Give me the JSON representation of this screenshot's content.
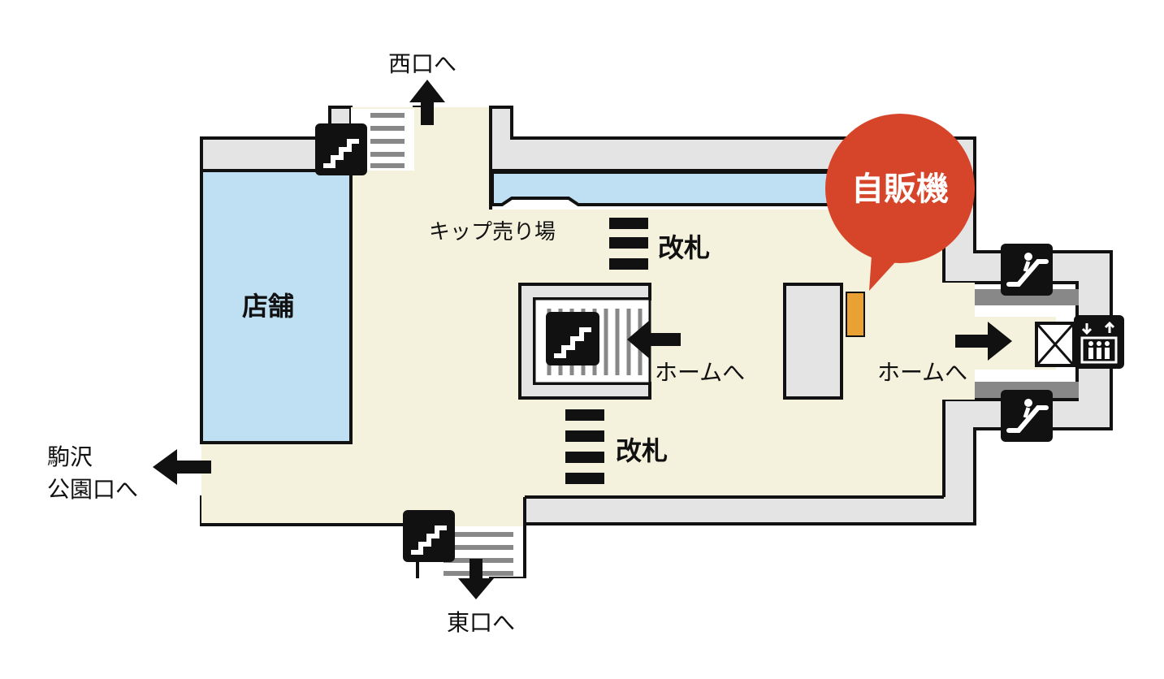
{
  "labels": {
    "west_exit": "西口へ",
    "east_exit": "東口へ",
    "komazawa_line1": "駒沢",
    "komazawa_line2": "公園口へ",
    "shop": "店舗",
    "ticket_sales": "キップ売り場",
    "gate_north": "改札",
    "gate_south": "改札",
    "platform_center": "ホームへ",
    "platform_right": "ホームへ",
    "vending_machine": "自販機"
  },
  "icons": {
    "stairs": "stairs-icon",
    "escalator": "escalator-icon",
    "elevator": "elevator-icon",
    "arrow": "arrow-icon"
  },
  "colors": {
    "concourse_floor": "#f4f1dc",
    "wall_fill": "#e4e4e4",
    "shop_fill": "#bfe0f2",
    "callout": "#d6452a",
    "vending_marker": "#e8a132",
    "outline": "#111111"
  }
}
